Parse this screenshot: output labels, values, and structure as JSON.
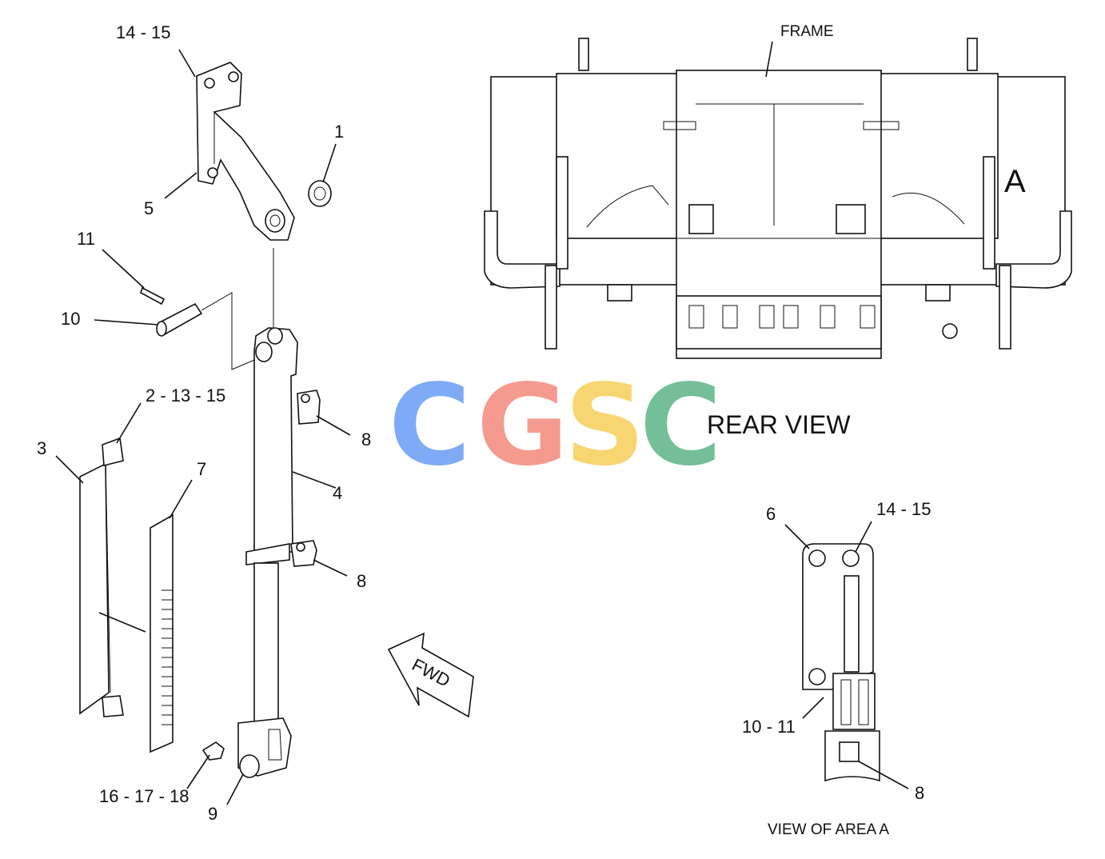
{
  "callouts": {
    "c14_15_top": "14 - 15",
    "c1": "1",
    "c5": "5",
    "c11": "11",
    "c10": "10",
    "c2_13_15": "2 - 13 - 15",
    "c3": "3",
    "c7": "7",
    "c8_upper": "8",
    "c4": "4",
    "c8_lower": "8",
    "c16_17_18": "16 - 17 - 18",
    "c9": "9",
    "c6": "6",
    "c14_15_detail": "14 - 15",
    "c10_11": "10 - 11",
    "c8_detail": "8"
  },
  "labels": {
    "frame": "FRAME",
    "area_letter": "A",
    "rear_view": "REAR VIEW",
    "view_of_area": "VIEW OF AREA A",
    "fwd": "FWD"
  },
  "watermark": {
    "letters": [
      "C",
      "G",
      "S",
      "C"
    ],
    "colors": [
      "#7faaf5",
      "#f59a8f",
      "#f7d672",
      "#74bf97"
    ]
  }
}
